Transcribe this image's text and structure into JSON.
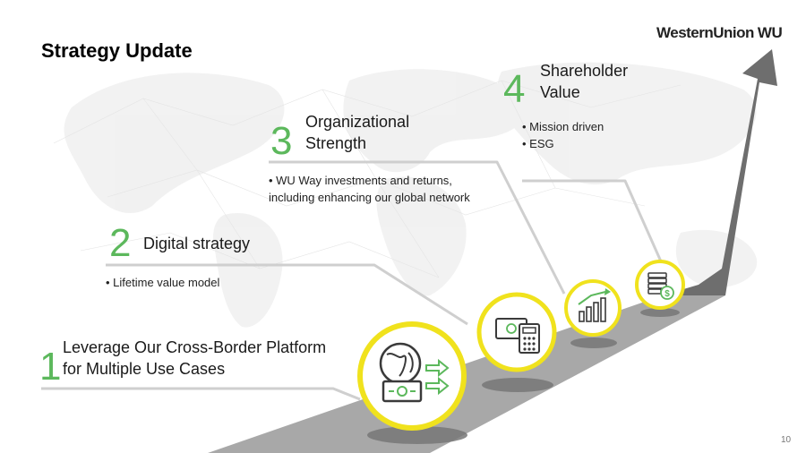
{
  "slide": {
    "title": "Strategy Update",
    "page_number": "10"
  },
  "logo": {
    "wordmark": "WesternUnion",
    "emblem": "WU"
  },
  "colors": {
    "accent_green": "#5cb85c",
    "ring_yellow": "#f0e21d",
    "road_gray": "#a8a8a8",
    "arrow_gray": "#6e6e6e",
    "icon_dark": "#3a3a3a"
  },
  "steps": [
    {
      "number": "1",
      "heading_lines": [
        "Leverage Our Cross-Border Platform",
        "for Multiple Use Cases"
      ],
      "bullets": [],
      "icon": "globe-money-transfer-icon"
    },
    {
      "number": "2",
      "heading_lines": [
        "Digital strategy"
      ],
      "bullets": [
        "• Lifetime value model"
      ],
      "icon": "money-calculator-icon"
    },
    {
      "number": "3",
      "heading_lines": [
        "Organizational",
        "Strength"
      ],
      "bullets": [
        "• WU Way investments and returns,",
        "including enhancing our global network"
      ],
      "icon": "growth-chart-icon"
    },
    {
      "number": "4",
      "heading_lines": [
        "Shareholder",
        "Value"
      ],
      "bullets": [
        "• Mission driven",
        "• ESG"
      ],
      "icon": "coin-stack-dollar-icon"
    }
  ]
}
